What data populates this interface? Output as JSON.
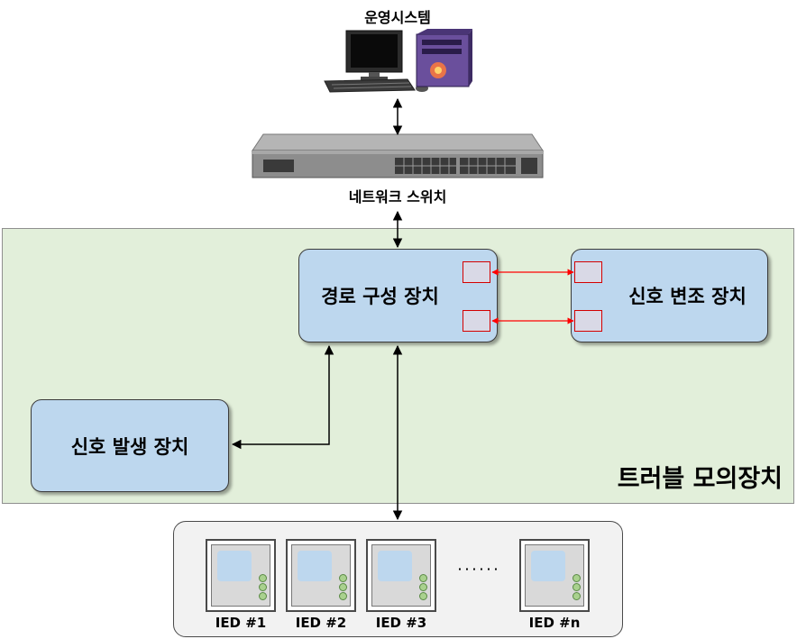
{
  "operating_system": {
    "label": "운영시스템"
  },
  "network_switch": {
    "label": "네트워크 스위치"
  },
  "trouble_emulator": {
    "label": "트러블 모의장치",
    "route_config": {
      "label": "경로 구성 장치"
    },
    "signal_modulator": {
      "label": "신호 변조 장치"
    },
    "signal_generator": {
      "label": "신호 발생 장치"
    }
  },
  "ied_group": {
    "ellipsis": "· · · · · ·",
    "devices": [
      {
        "label": "IED #1"
      },
      {
        "label": "IED #2"
      },
      {
        "label": "IED #3"
      },
      {
        "label": "IED #n"
      }
    ]
  },
  "colors": {
    "emulator_bg": "#e2efda",
    "box_fill": "#bdd7ee",
    "port_border": "#d40000",
    "link_red": "#ff0000"
  },
  "icons": [
    "desktop-computer-icon",
    "network-switch-icon",
    "ied-device-icon"
  ]
}
